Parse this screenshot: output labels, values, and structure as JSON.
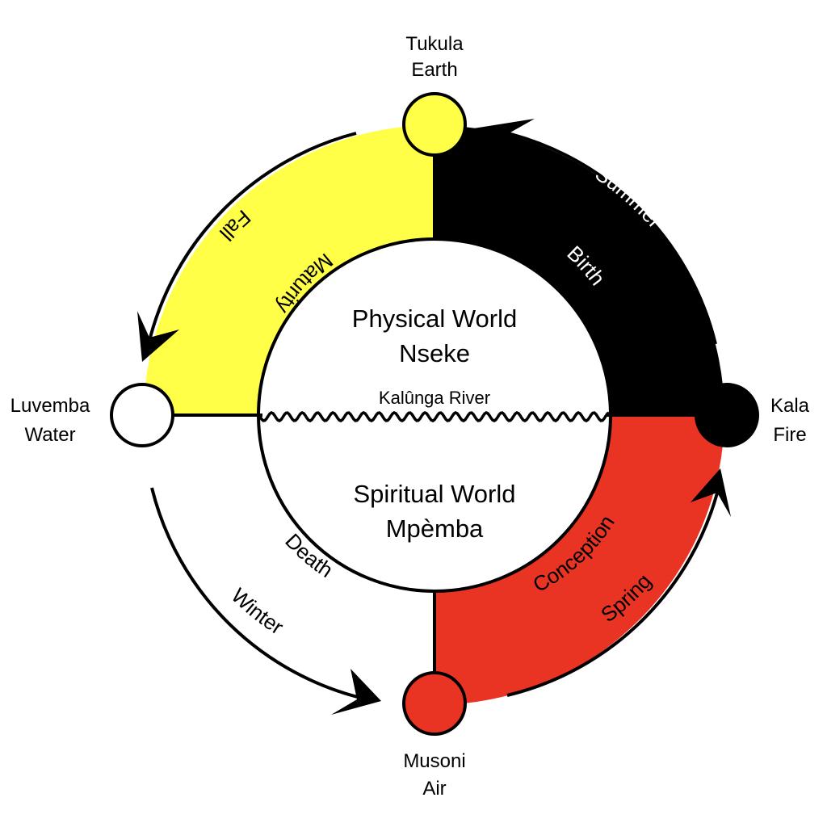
{
  "colors": {
    "earth": "#FFFF47",
    "fire": "#000000",
    "air": "#E93323",
    "water": "#FFFFFF",
    "outline": "#000000"
  },
  "center": {
    "physical_title": "Physical World",
    "physical_name": "Nseke",
    "river_label": "Kalûnga River",
    "spiritual_title": "Spiritual World",
    "spiritual_name": "Mpèmba"
  },
  "nodes": {
    "earth": {
      "line1": "Tukula",
      "line2": "Earth"
    },
    "fire": {
      "line1": "Kala",
      "line2": "Fire"
    },
    "air": {
      "line1": "Musoni",
      "line2": "Air"
    },
    "water": {
      "line1": "Luvemba",
      "line2": "Water"
    }
  },
  "stages": {
    "birth": "Birth",
    "maturity": "Maturity",
    "death": "Death",
    "conception": "Conception"
  },
  "seasons": {
    "summer": "Summer",
    "fall": "Fall",
    "winter": "Winter",
    "spring": "Spring"
  }
}
